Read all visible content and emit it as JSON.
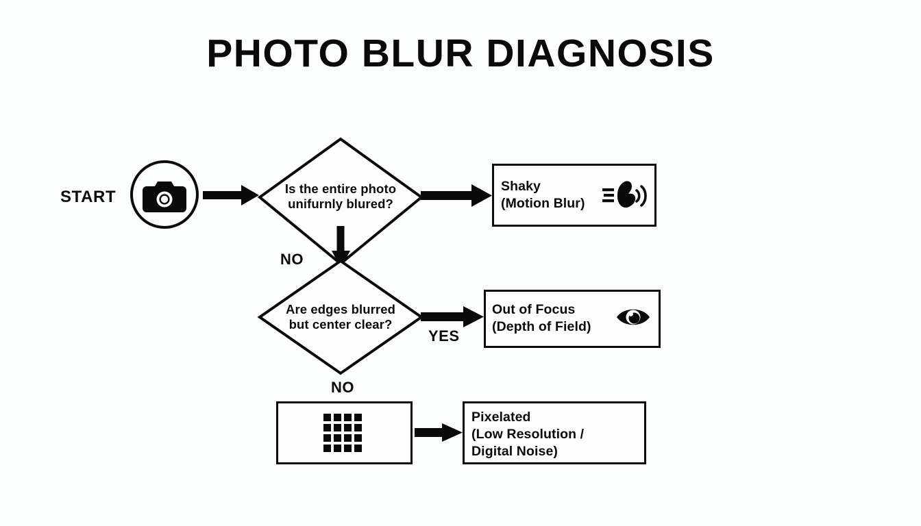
{
  "diagram": {
    "title": "PHOTO BLUR DIAGNOSIS",
    "background_color": "#fcfdfd",
    "ink_color": "#0a0a0a",
    "start": {
      "label": "START",
      "icon": "camera-icon"
    },
    "decisions": [
      {
        "id": "decision-uniform-blur",
        "line1": "Is the entire photo",
        "line2": "unifurnly blured?",
        "yes_label": "",
        "no_label": "NO"
      },
      {
        "id": "decision-edges-blurred",
        "line1": "Are edges blurred",
        "line2": "but center clear?",
        "yes_label": "YES",
        "no_label": "NO"
      }
    ],
    "outcomes": [
      {
        "id": "outcome-shaky",
        "title": "Shaky",
        "subtitle": "(Motion Blur)",
        "icon": "motion-blur-icon"
      },
      {
        "id": "outcome-out-of-focus",
        "title": "Out of Focus",
        "subtitle": "(Depth of Field)",
        "icon": "eye-icon"
      },
      {
        "id": "outcome-pixelated",
        "title": "Pixelated",
        "subtitle_line1": "(Low Resolution /",
        "subtitle_line2": "Digital Noise)",
        "icon": "pixel-grid-icon"
      }
    ],
    "edge_labels": {
      "no_first": "NO",
      "yes_second": "YES",
      "no_second": "NO"
    }
  }
}
